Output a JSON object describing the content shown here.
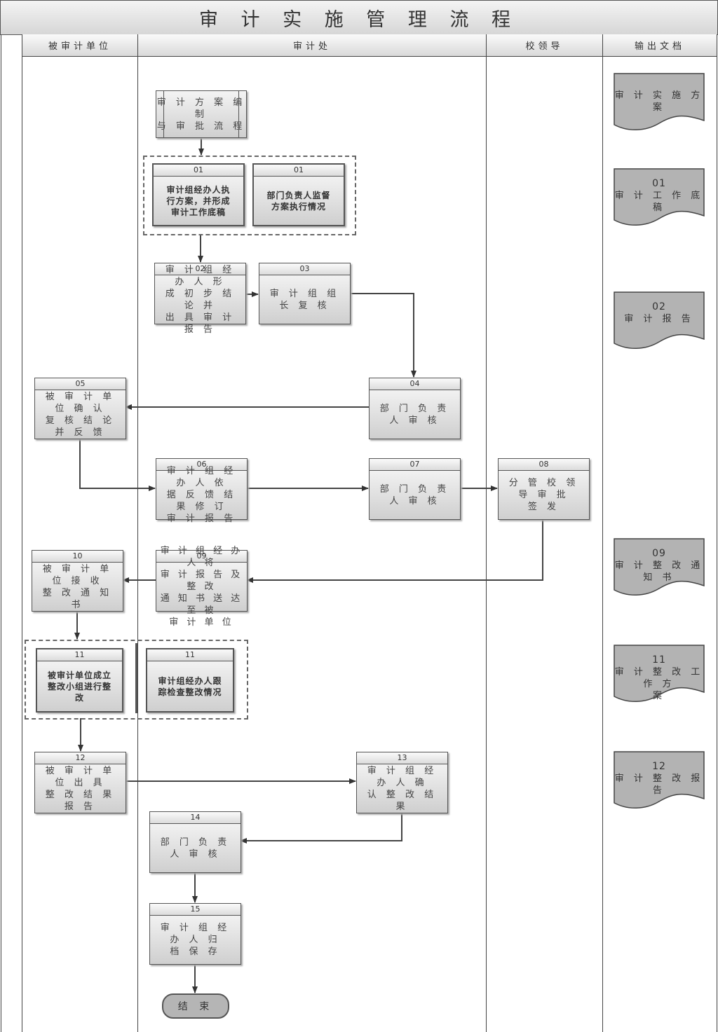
{
  "title": "审 计 实 施 管 理 流 程",
  "lanes": [
    {
      "label": "被审计单位"
    },
    {
      "label": "审计处"
    },
    {
      "label": "校领导"
    },
    {
      "label": "输出文档"
    }
  ],
  "start_process": "审 计 方 案 编 制\n与 审 批 流 程",
  "steps": {
    "s01a": {
      "num": "01",
      "text": "审计组经办人执\n行方案，并形成\n审计工作底稿"
    },
    "s01b": {
      "num": "01",
      "text": "部门负责人监督\n方案执行情况"
    },
    "s02": {
      "num": "02",
      "text": "审 计 组 经 办 人 形\n成 初 步 结 论 并\n出 具 审 计 报 告"
    },
    "s03": {
      "num": "03",
      "text": "审 计 组 组 长 复 核"
    },
    "s04": {
      "num": "04",
      "text": "部 门 负 责 人 审 核"
    },
    "s05": {
      "num": "05",
      "text": "被 审 计 单 位 确 认\n复 核 结 论 并 反 馈"
    },
    "s06": {
      "num": "06",
      "text": "审 计 组 经 办 人 依\n据 反 馈 结 果 修 订\n审 计 报 告"
    },
    "s07": {
      "num": "07",
      "text": "部 门 负 责 人 审 核"
    },
    "s08": {
      "num": "08",
      "text": "分 管 校 领 导 审 批\n签 发"
    },
    "s09": {
      "num": "09",
      "text": "审 计 组 经 办 人 将\n审 计 报 告 及 整 改\n通 知 书 送 达 至 被\n审 计 单 位"
    },
    "s10": {
      "num": "10",
      "text": "被 审 计 单 位 接 收\n整 改 通 知 书"
    },
    "s11a": {
      "num": "11",
      "text": "被审计单位成立\n整改小组进行整\n改"
    },
    "s11b": {
      "num": "11",
      "text": "审计组经办人跟\n踪检查整改情况"
    },
    "s12": {
      "num": "12",
      "text": "被 审 计 单 位 出 具\n整 改 结 果 报 告"
    },
    "s13": {
      "num": "13",
      "text": "审 计 组 经 办 人 确\n认 整 改 结 果"
    },
    "s14": {
      "num": "14",
      "text": "部 门 负 责 人 审 核"
    },
    "s15": {
      "num": "15",
      "text": "审 计 组 经 办 人 归\n档 保 存"
    }
  },
  "end_label": "结 束",
  "documents": [
    {
      "num": "",
      "text": "审 计 实 施 方 案"
    },
    {
      "num": "01",
      "text": "审 计 工 作 底 稿"
    },
    {
      "num": "02",
      "text": "审 计 报 告"
    },
    {
      "num": "09",
      "text": "审 计 整 改 通 知 书"
    },
    {
      "num": "11",
      "text": "审 计 整 改 工 作 方\n案"
    },
    {
      "num": "12",
      "text": "审 计 整 改 报 告"
    }
  ]
}
